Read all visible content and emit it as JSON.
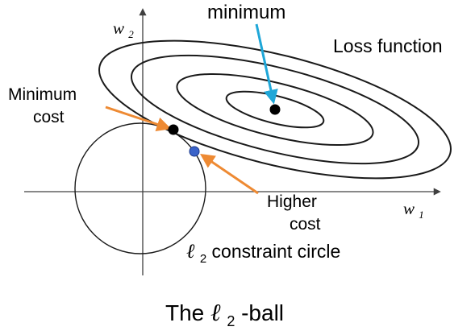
{
  "labels": {
    "minimum": "minimum",
    "loss_function": "Loss function",
    "minimum_cost_line1": "Minimum",
    "minimum_cost_line2": "cost",
    "higher_cost_line1": "Higher",
    "higher_cost_line2": "cost",
    "constraint_symbol": "ℓ",
    "constraint_subscript": "2",
    "constraint_text": " constraint circle",
    "axis_w1_letter": "w",
    "axis_w1_sub": "1",
    "axis_w2_letter": "w",
    "axis_w2_sub": "2"
  },
  "caption": {
    "prefix": "The ",
    "symbol": "ℓ",
    "subscript": "2",
    "suffix": "-ball"
  },
  "colors": {
    "axis": "#404040",
    "contour": "#1a1a1a",
    "minimum_arrow": "#1fa7d8",
    "cost_arrows": "#ee8a33",
    "minimum_point": "#000000",
    "higher_cost_point": "#3a63c9"
  }
}
